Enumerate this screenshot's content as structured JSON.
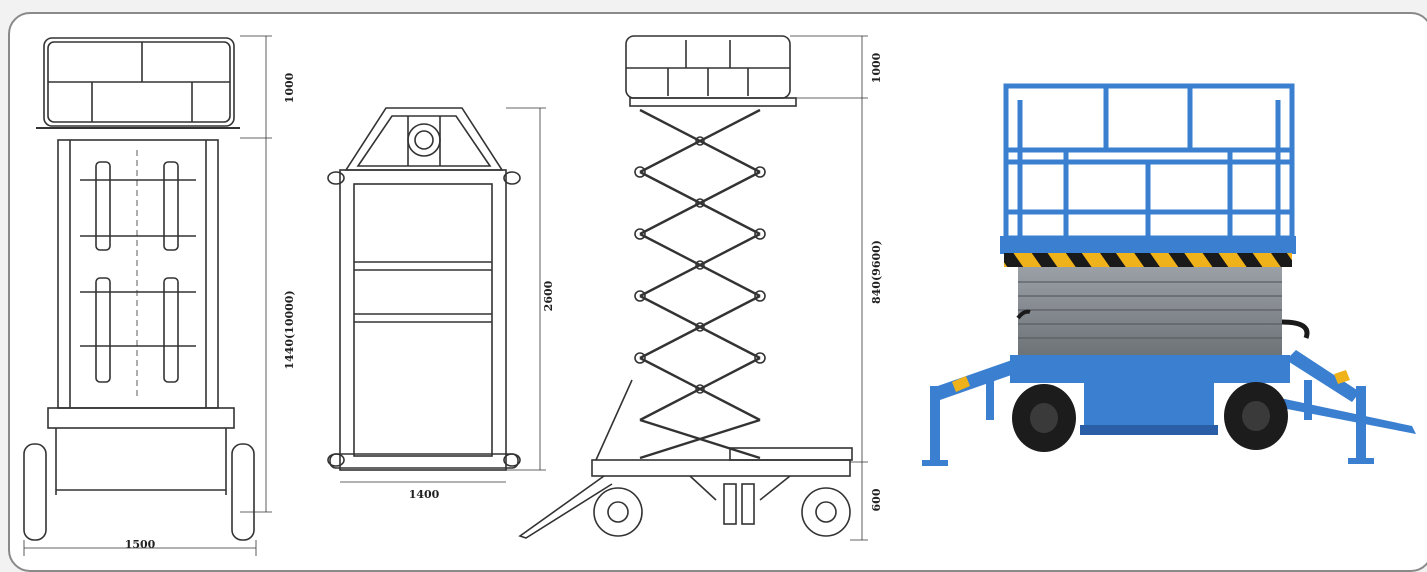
{
  "drawings": {
    "front_view": {
      "dim_top": "1000",
      "dim_height": "1440(10000)",
      "dim_width": "1500"
    },
    "base_view": {
      "dim_height": "2600",
      "dim_width": "1400"
    },
    "side_view": {
      "dim_top": "1000",
      "dim_height": "840(9600)",
      "dim_bottom": "600"
    }
  },
  "colors": {
    "line": "#333333",
    "lift_blue": "#3a7fd0",
    "lift_blue_dark": "#2a5fa8",
    "scissor_gray": "#8a8e93",
    "hazard_yellow": "#f0b21a",
    "hazard_black": "#1a1a1a",
    "tire": "#1c1c1c"
  }
}
